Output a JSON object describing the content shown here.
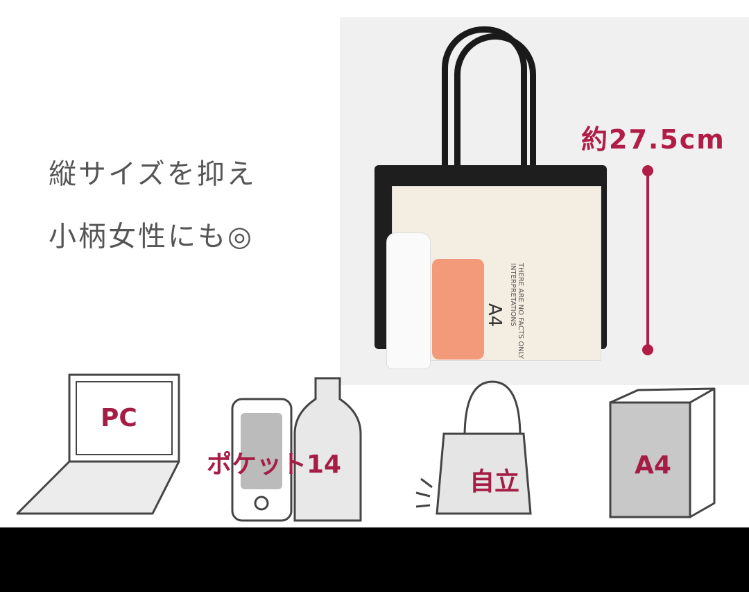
{
  "headline": {
    "line1": "縦サイズを抑え",
    "line2": "小柄女性にも◎"
  },
  "measurement": {
    "label": "約27.5cm",
    "color": "#b01e47"
  },
  "product_photo": {
    "paper_label": "A4",
    "paper_text": "THERE ARE NO FACTS ONLY INTERPRETATIONS"
  },
  "features": [
    {
      "label": "PC",
      "icon": "laptop-icon"
    },
    {
      "label": "ポケット14",
      "icon": "phone-bottle-icon"
    },
    {
      "label": "自立",
      "icon": "standing-bag-icon"
    },
    {
      "label": "A4",
      "icon": "a4-folder-icon"
    }
  ],
  "colors": {
    "accent": "#a51d45",
    "bottom_bar": "#000000"
  }
}
